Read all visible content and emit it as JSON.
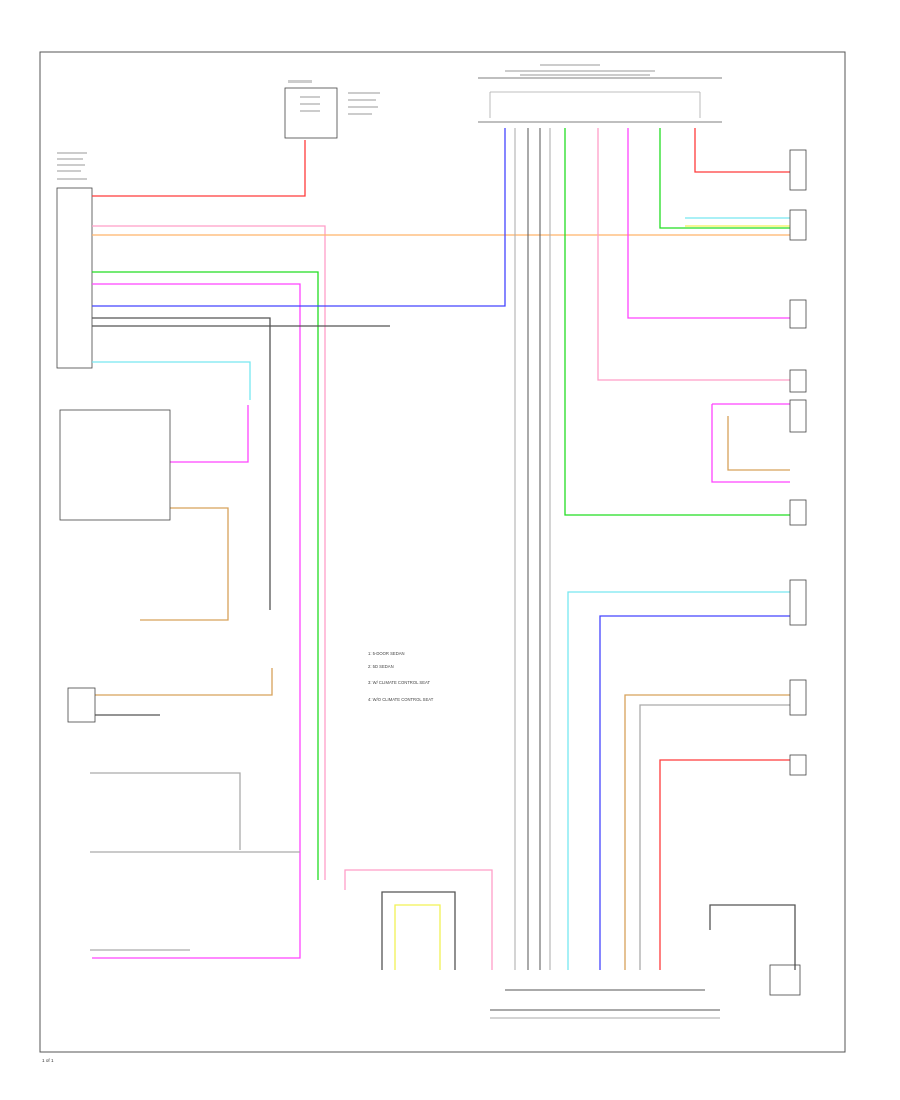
{
  "diagram": {
    "wire_colors": {
      "red": "#ff3b3b",
      "pink": "#ff9ec8",
      "orange": "#ffb36b",
      "green": "#22dd22",
      "magenta": "#ff44ff",
      "blue": "#4444ff",
      "cyan": "#77e8f0",
      "tan": "#d7a25a",
      "yellow": "#f2f255",
      "black": "#555555",
      "gray": "#aaaaaa"
    },
    "legend_items": [
      "1: 5-DOOR SEDAN",
      "2: 5D SEDAN",
      "3: W/ CLIMATE CONTROL SEAT",
      "4: W/O CLIMATE CONTROL SEAT"
    ],
    "page_label": "1 of 1"
  }
}
